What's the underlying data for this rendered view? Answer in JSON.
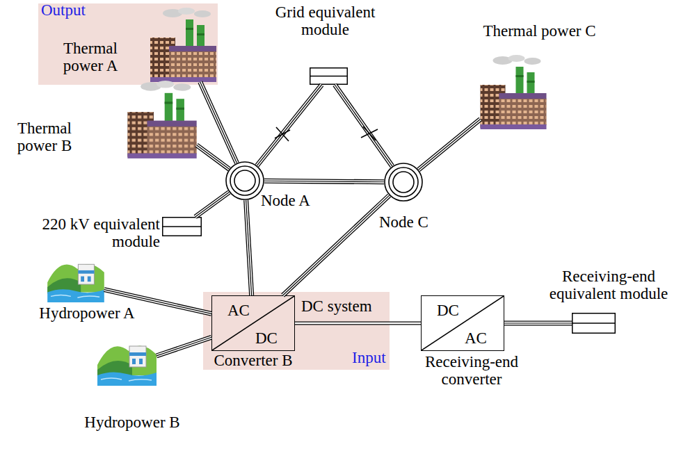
{
  "diagram": {
    "nodes": [
      {
        "text": [
          "Output",
          "Thermal power A"
        ]
      },
      {
        "text": [
          "Thermal power B"
        ]
      },
      {
        "text": [
          "Grid equivalent module"
        ]
      },
      {
        "text": [
          "Thermal power C"
        ]
      },
      {
        "text": [
          "Node A"
        ]
      },
      {
        "text": [
          "Node C"
        ]
      },
      {
        "text": [
          "220 kV equivalent module"
        ]
      },
      {
        "text": [
          "Hydropower A"
        ]
      },
      {
        "text": [
          "Hydropower B"
        ]
      },
      {
        "text": [
          "Input"
        ]
      },
      {
        "text": [
          "AC",
          "DC",
          "Converter B"
        ],
        "in": 9
      },
      {
        "text": [
          "DC",
          "AC",
          "Receiving-end converter"
        ]
      },
      {
        "text": [
          "Receiving-end equivalent module"
        ]
      }
    ],
    "edges": [
      {
        "from": 0,
        "to": 4,
        "arrow": "none"
      },
      {
        "from": 1,
        "to": 4,
        "arrow": "none"
      },
      {
        "from": 4,
        "to": 2,
        "arrow": "none"
      },
      {
        "from": 5,
        "to": 2,
        "arrow": "none"
      },
      {
        "from": 4,
        "to": 5,
        "arrow": "none"
      },
      {
        "from": 5,
        "to": 3,
        "arrow": "none"
      },
      {
        "from": 4,
        "to": 6,
        "arrow": "none"
      },
      {
        "from": 4,
        "to": 10,
        "arrow": "none"
      },
      {
        "from": 5,
        "to": 10,
        "arrow": "none"
      },
      {
        "from": 7,
        "to": 10,
        "arrow": "none"
      },
      {
        "from": 8,
        "to": 10,
        "arrow": "none"
      },
      {
        "from": 10,
        "to": 11,
        "label": "DC system",
        "arrow": "none"
      },
      {
        "from": 11,
        "to": 12,
        "arrow": "none"
      }
    ]
  }
}
